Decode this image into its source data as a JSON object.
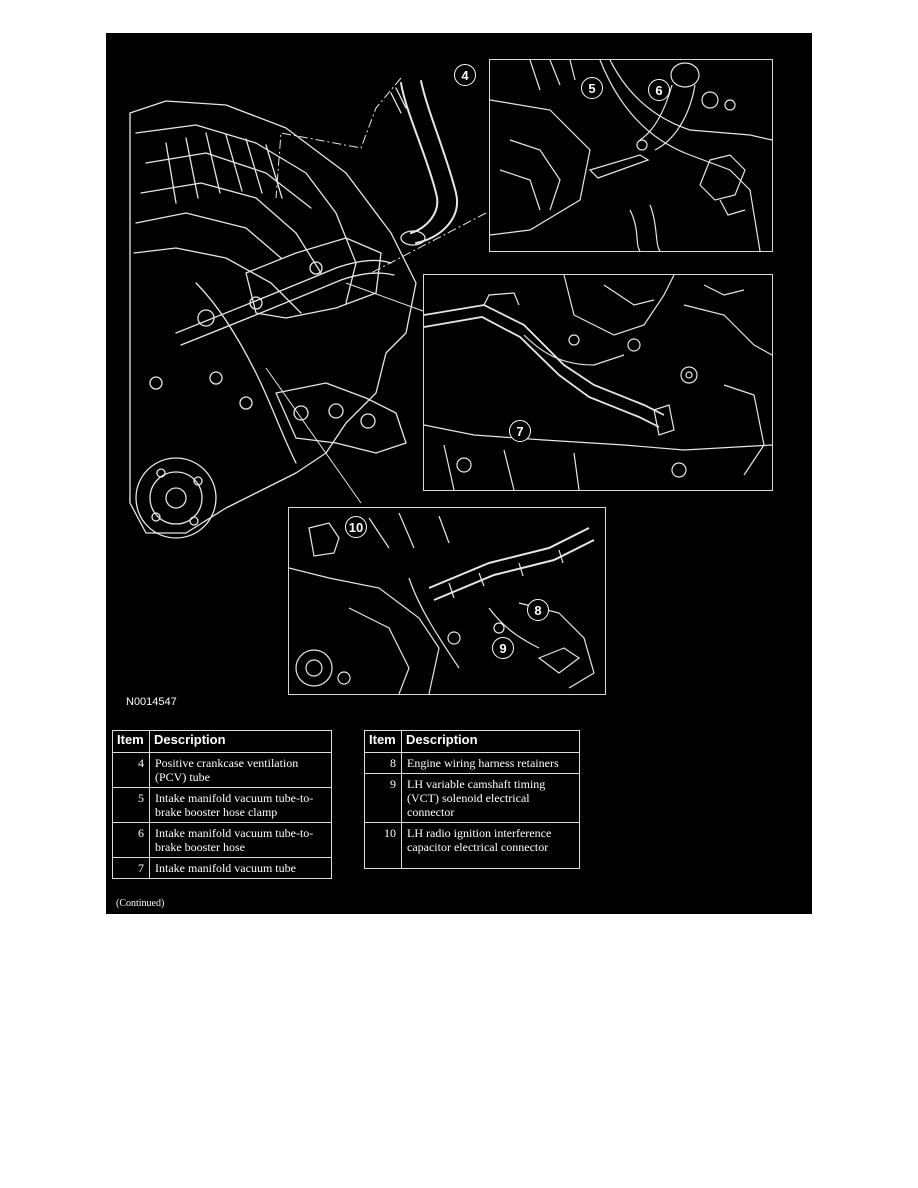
{
  "figure": {
    "code": "N0014547",
    "callouts": [
      "4",
      "5",
      "6",
      "7",
      "8",
      "9",
      "10"
    ]
  },
  "legend_left": {
    "headers": {
      "item": "Item",
      "description": "Description"
    },
    "rows": [
      {
        "item": "4",
        "description": "Positive crankcase ventilation (PCV) tube"
      },
      {
        "item": "5",
        "description": "Intake manifold vacuum tube-to-brake booster hose clamp"
      },
      {
        "item": "6",
        "description": "Intake manifold vacuum tube-to-brake booster hose"
      },
      {
        "item": "7",
        "description": "Intake manifold vacuum tube"
      }
    ]
  },
  "legend_right": {
    "headers": {
      "item": "Item",
      "description": "Description"
    },
    "rows": [
      {
        "item": "8",
        "description": "Engine wiring harness retainers"
      },
      {
        "item": "9",
        "description": "LH variable camshaft timing (VCT) solenoid electrical connector"
      },
      {
        "item": "10",
        "description": "LH radio ignition interference capacitor electrical connector"
      }
    ]
  },
  "continued": "(Continued)"
}
